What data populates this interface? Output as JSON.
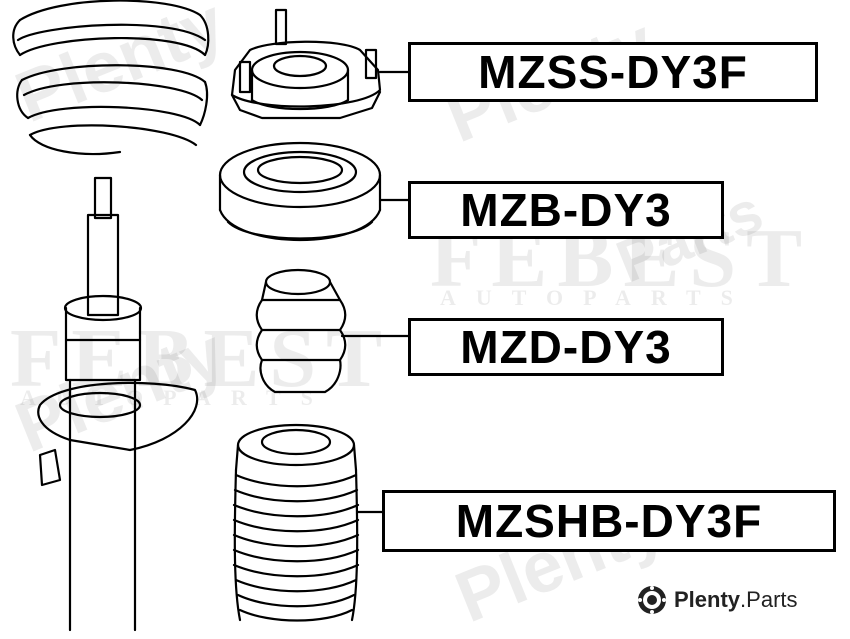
{
  "parts": [
    {
      "id": "mount",
      "code": "MZSS-DY3F"
    },
    {
      "id": "bearing",
      "code": "MZB-DY3"
    },
    {
      "id": "bump",
      "code": "MZD-DY3"
    },
    {
      "id": "boot",
      "code": "MZSHB-DY3F"
    }
  ],
  "watermarks": {
    "plenty": "Plenty",
    "parts": "Parts",
    "brand": "FEBEST",
    "auto": "AUTOPARTS"
  },
  "badge": {
    "name": "Plenty",
    "dot": ".",
    "suffix": "Parts"
  }
}
